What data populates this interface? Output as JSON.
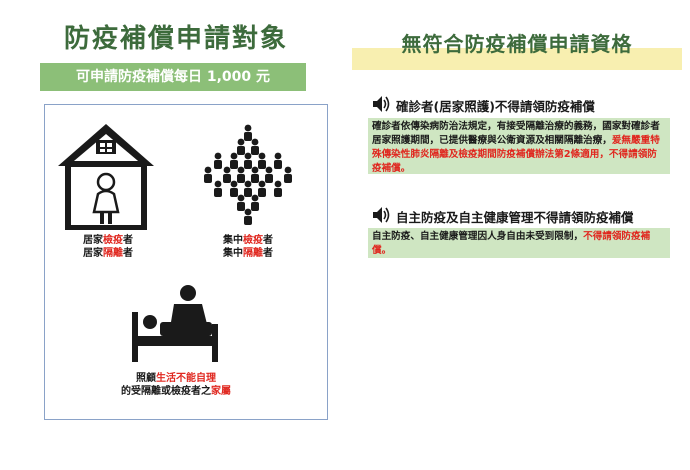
{
  "left": {
    "title": "防疫補償申請對象",
    "subtitle": "可申請防疫補償每日 1,000 元",
    "groups": [
      {
        "icon": "house-person-icon",
        "line1_pre": "居家",
        "line1_red": "檢疫",
        "line1_post": "者",
        "line2_pre": "居家",
        "line2_red": "隔離",
        "line2_post": "者"
      },
      {
        "icon": "crowd-icon",
        "line1_pre": "集中",
        "line1_red": "檢疫",
        "line1_post": "者",
        "line2_pre": "集中",
        "line2_red": "隔離",
        "line2_post": "者"
      },
      {
        "icon": "caregiver-bed-icon",
        "line1_pre": "照顧",
        "line1_red": "生活不能自理",
        "line1_post": "",
        "line2_pre": "的受隔離或檢疫者之",
        "line2_red": "家屬",
        "line2_post": ""
      }
    ]
  },
  "right": {
    "title": "無符合防疫補償申請資格",
    "sections": [
      {
        "icon": "speaker-icon",
        "heading": "確診者(居家照護)不得請領防疫補償",
        "body_black": "確診者依傳染病防治法規定，有接受隔離治療的義務，國家對確診者居家照護期間，已提供醫療與公衛資源及相關隔離治療，",
        "body_red": "爰無嚴重特殊傳染性肺炎隔離及檢疫期間防疫補償辦法第2條適用，不得請領防疫補償。"
      },
      {
        "icon": "speaker-icon",
        "heading": "自主防疫及自主健康管理不得請領防疫補償",
        "body_black": "自主防疫、自主健康管理因人身自由未受到限制，",
        "body_red": "不得請領防疫補償。"
      }
    ]
  },
  "colors": {
    "title_green": "#3d6b3c",
    "subtitle_green": "#8cbf78",
    "note_green": "#cfe6c2",
    "highlight_yellow": "#f8efb0",
    "accent_red": "#e0271f"
  }
}
